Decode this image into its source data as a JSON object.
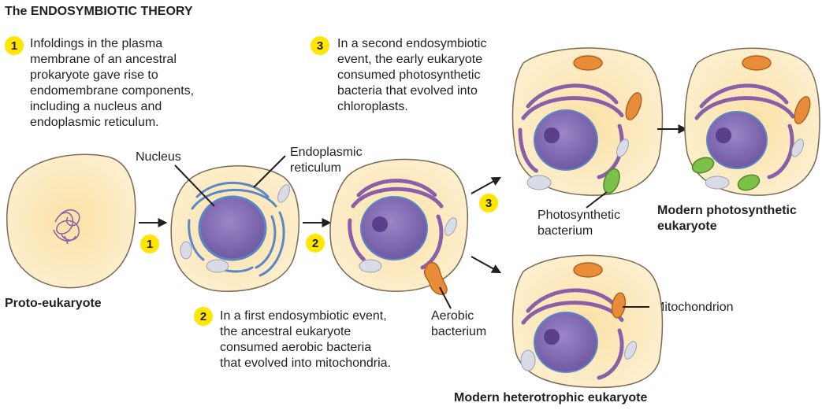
{
  "title": "The ENDOSYMBIOTIC THEORY",
  "steps": [
    {
      "number": "1",
      "text": "Infoldings in the plasma\nmembrane of an ancestral\nprokaryote gave rise to\nendomembrane components,\nincluding a nucleus and\nendoplasmic reticulum."
    },
    {
      "number": "2",
      "text": "In a first endosymbiotic event,\nthe ancestral eukaryote\nconsumed aerobic bacteria\nthat evolved into mitochondria."
    },
    {
      "number": "3",
      "text": "In a second endosymbiotic\nevent, the early eukaryote\nconsumed photosynthetic\nbacteria that evolved into\nchloroplasts."
    }
  ],
  "labels": {
    "nucleus": "Nucleus",
    "er": "Endoplasmic\nreticulum",
    "aerobic": "Aerobic\nbacterium",
    "photosynthetic": "Photosynthetic\nbacterium",
    "mitochondrion": "Mitochondrion"
  },
  "captions": {
    "proto": "Proto-eukaryote",
    "photo": "Modern photosynthetic\neukaryote",
    "hetero": "Modern heterotrophic eukaryote"
  },
  "arrow_badges": [
    "1",
    "2",
    "3"
  ],
  "colors": {
    "badge": "#ffe600",
    "cytoplasm": "#fbe3b0",
    "membrane": "#7a6a55",
    "nucleus": "#7f6ab0",
    "er": "#5b87c5",
    "mitochondria": "#e88c3a",
    "chloroplast": "#7cc04a",
    "vacuole": "#d9dce6"
  }
}
